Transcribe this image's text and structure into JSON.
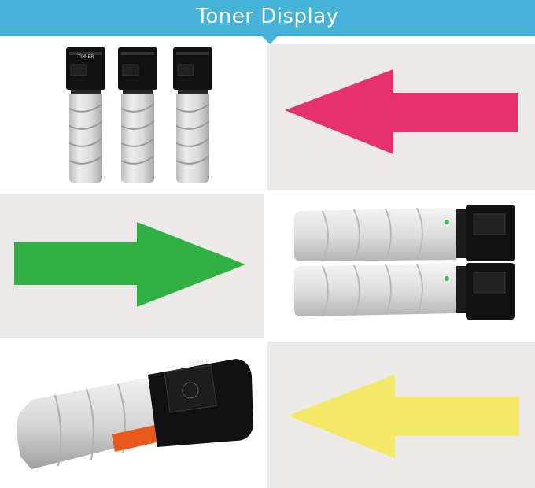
{
  "header": {
    "title": "Toner Display",
    "color": "#45b3d7"
  },
  "panels": [
    {
      "kind": "photo",
      "subject": "three-upright-toner-bottles",
      "cap_label": "TONER"
    },
    {
      "kind": "arrow",
      "direction": "left",
      "color": "#e5326f"
    },
    {
      "kind": "arrow",
      "direction": "right",
      "color": "#33b043"
    },
    {
      "kind": "photo",
      "subject": "two-horizontal-toner-bottles"
    },
    {
      "kind": "photo",
      "subject": "single-toner-bottle-closeup",
      "cap_label": "TONER"
    },
    {
      "kind": "arrow",
      "direction": "left",
      "color": "#f4e966"
    }
  ],
  "colors": {
    "cell_gray": "#eceae8",
    "bottle_white": "#e9e9e9",
    "cap_black": "#111111",
    "label_orange": "#e8571c"
  }
}
